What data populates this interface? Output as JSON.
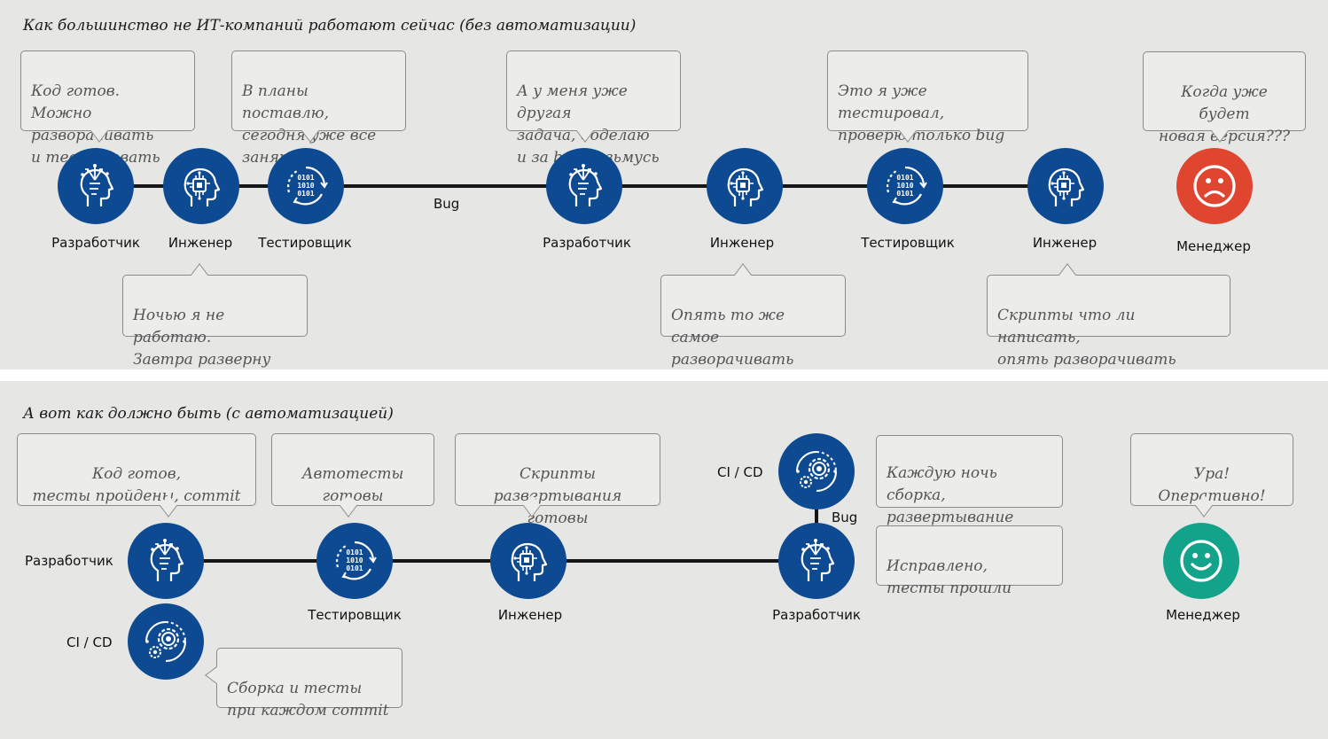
{
  "sections": {
    "top": {
      "title": "Как большинство не ИТ-компаний работают сейчас (без автоматизации)"
    },
    "bottom": {
      "title": "А вот как должно быть (с автоматизацией)"
    }
  },
  "colors": {
    "node": "#0e4a91",
    "sad": "#e04530",
    "happy": "#13a38b",
    "line": "#161616",
    "panel": "#e6e6e4"
  },
  "top": {
    "bug_label": "Bug",
    "nodes": [
      {
        "label": "Разработчик",
        "icon": "developer-icon"
      },
      {
        "label": "Инженер",
        "icon": "engineer-icon"
      },
      {
        "label": "Тестировщик",
        "icon": "tester-icon"
      },
      {
        "label": "Разработчик",
        "icon": "developer-icon"
      },
      {
        "label": "Инженер",
        "icon": "engineer-icon"
      },
      {
        "label": "Тестировщик",
        "icon": "tester-icon"
      },
      {
        "label": "Инженер",
        "icon": "engineer-icon"
      },
      {
        "label": "Менеджер",
        "icon": "sad-face-icon"
      }
    ],
    "bubbles": [
      "Код готов. Можно\nразворачивать\nи тестировать",
      "В планы поставлю,\nсегодня уже все\nзанято",
      "А у меня уже другая\nзадача, доделаю\nи за bug возьмусь",
      "Это я уже тестировал,\nпроверю только bug",
      "Когда уже будет\nновая версия???",
      "Ночью я не работаю.\nЗавтра разверну",
      "Опять то же самое\nразворачивать",
      "Скрипты что ли написать,\nопять разворачивать"
    ]
  },
  "bottom": {
    "bug_label": "Bug",
    "nodes": [
      {
        "label": "Разработчик",
        "icon": "developer-icon"
      },
      {
        "label": "CI / CD",
        "icon": "ci-cd-gear-icon"
      },
      {
        "label": "Тестировщик",
        "icon": "tester-icon"
      },
      {
        "label": "Инженер",
        "icon": "engineer-icon"
      },
      {
        "label": "CI / CD",
        "icon": "ci-cd-gear-icon"
      },
      {
        "label": "Разработчик",
        "icon": "developer-icon"
      },
      {
        "label": "Менеджер",
        "icon": "happy-face-icon"
      }
    ],
    "bubbles": [
      "Код готов,\nтесты пройдены, commit",
      "Автотесты\nготовы",
      "Скрипты\nразвертывания готовы",
      "Каждую ночь сборка,\nразвертывание\nи тестирование",
      "Исправлено,\nтесты прошли",
      "Ура!\nОперативно!",
      "Сборка и тесты\nпри каждом commit"
    ]
  }
}
